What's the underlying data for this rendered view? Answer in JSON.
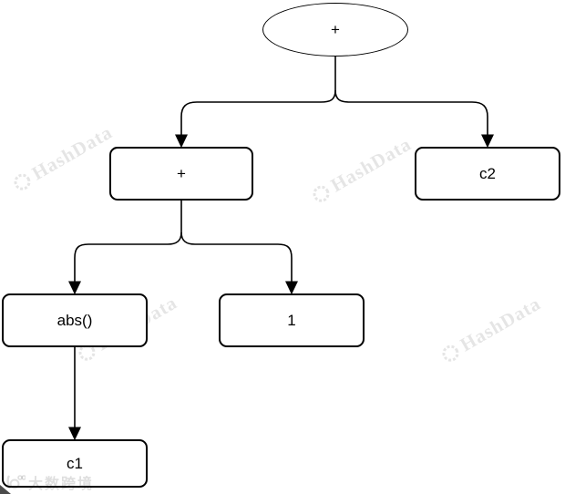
{
  "diagram": {
    "type": "tree",
    "nodes": {
      "root": {
        "label": "+",
        "shape": "ellipse"
      },
      "plus": {
        "label": "+",
        "shape": "rounded-rect"
      },
      "c2": {
        "label": "c2",
        "shape": "rounded-rect"
      },
      "abs": {
        "label": "abs()",
        "shape": "rounded-rect"
      },
      "one": {
        "label": "1",
        "shape": "rounded-rect"
      },
      "c1": {
        "label": "c1",
        "shape": "rounded-rect"
      }
    },
    "edges": [
      {
        "from": "root",
        "to": "plus"
      },
      {
        "from": "root",
        "to": "c2"
      },
      {
        "from": "plus",
        "to": "abs"
      },
      {
        "from": "plus",
        "to": "one"
      },
      {
        "from": "abs",
        "to": "c1"
      }
    ]
  },
  "watermark": {
    "text": "HashData",
    "repeat_count": 4
  },
  "site_watermark": {
    "text": "大数跨境"
  },
  "colors": {
    "background": "#ffffff",
    "node_fill": "#ffffff",
    "stroke": "#000000",
    "watermark": "rgba(0,0,0,0.10)"
  }
}
